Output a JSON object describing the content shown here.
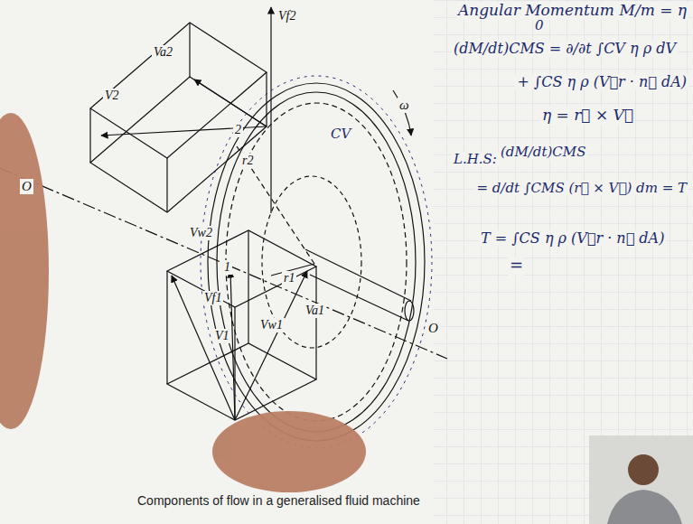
{
  "diagram": {
    "caption": "Components of flow in a generalised fluid machine",
    "labels": [
      "Angular Momentum M.",
      "M/m = η",
      "0",
      "(dM/dt)CMS = ∂/∂t ∫CV η ρ dV",
      "+ ∫CS η ρ (V⃗r · n⃗ dA)",
      "η = r⃗ × V⃗",
      "L.H.S:",
      "(dM/dt)CMS",
      "= d/dt ∫CMS (r⃗ × V⃗) dm = T",
      "T = ∫CS η ρ (V⃗r · n⃗ dA)",
      "=",
      "O",
      "V2",
      "Va2",
      "Vf2",
      "2",
      "r2",
      "CV",
      "ω",
      "r1",
      "1",
      "Vw2",
      "Vf1",
      "V1",
      "Vw1",
      "Va1",
      "O"
    ]
  }
}
